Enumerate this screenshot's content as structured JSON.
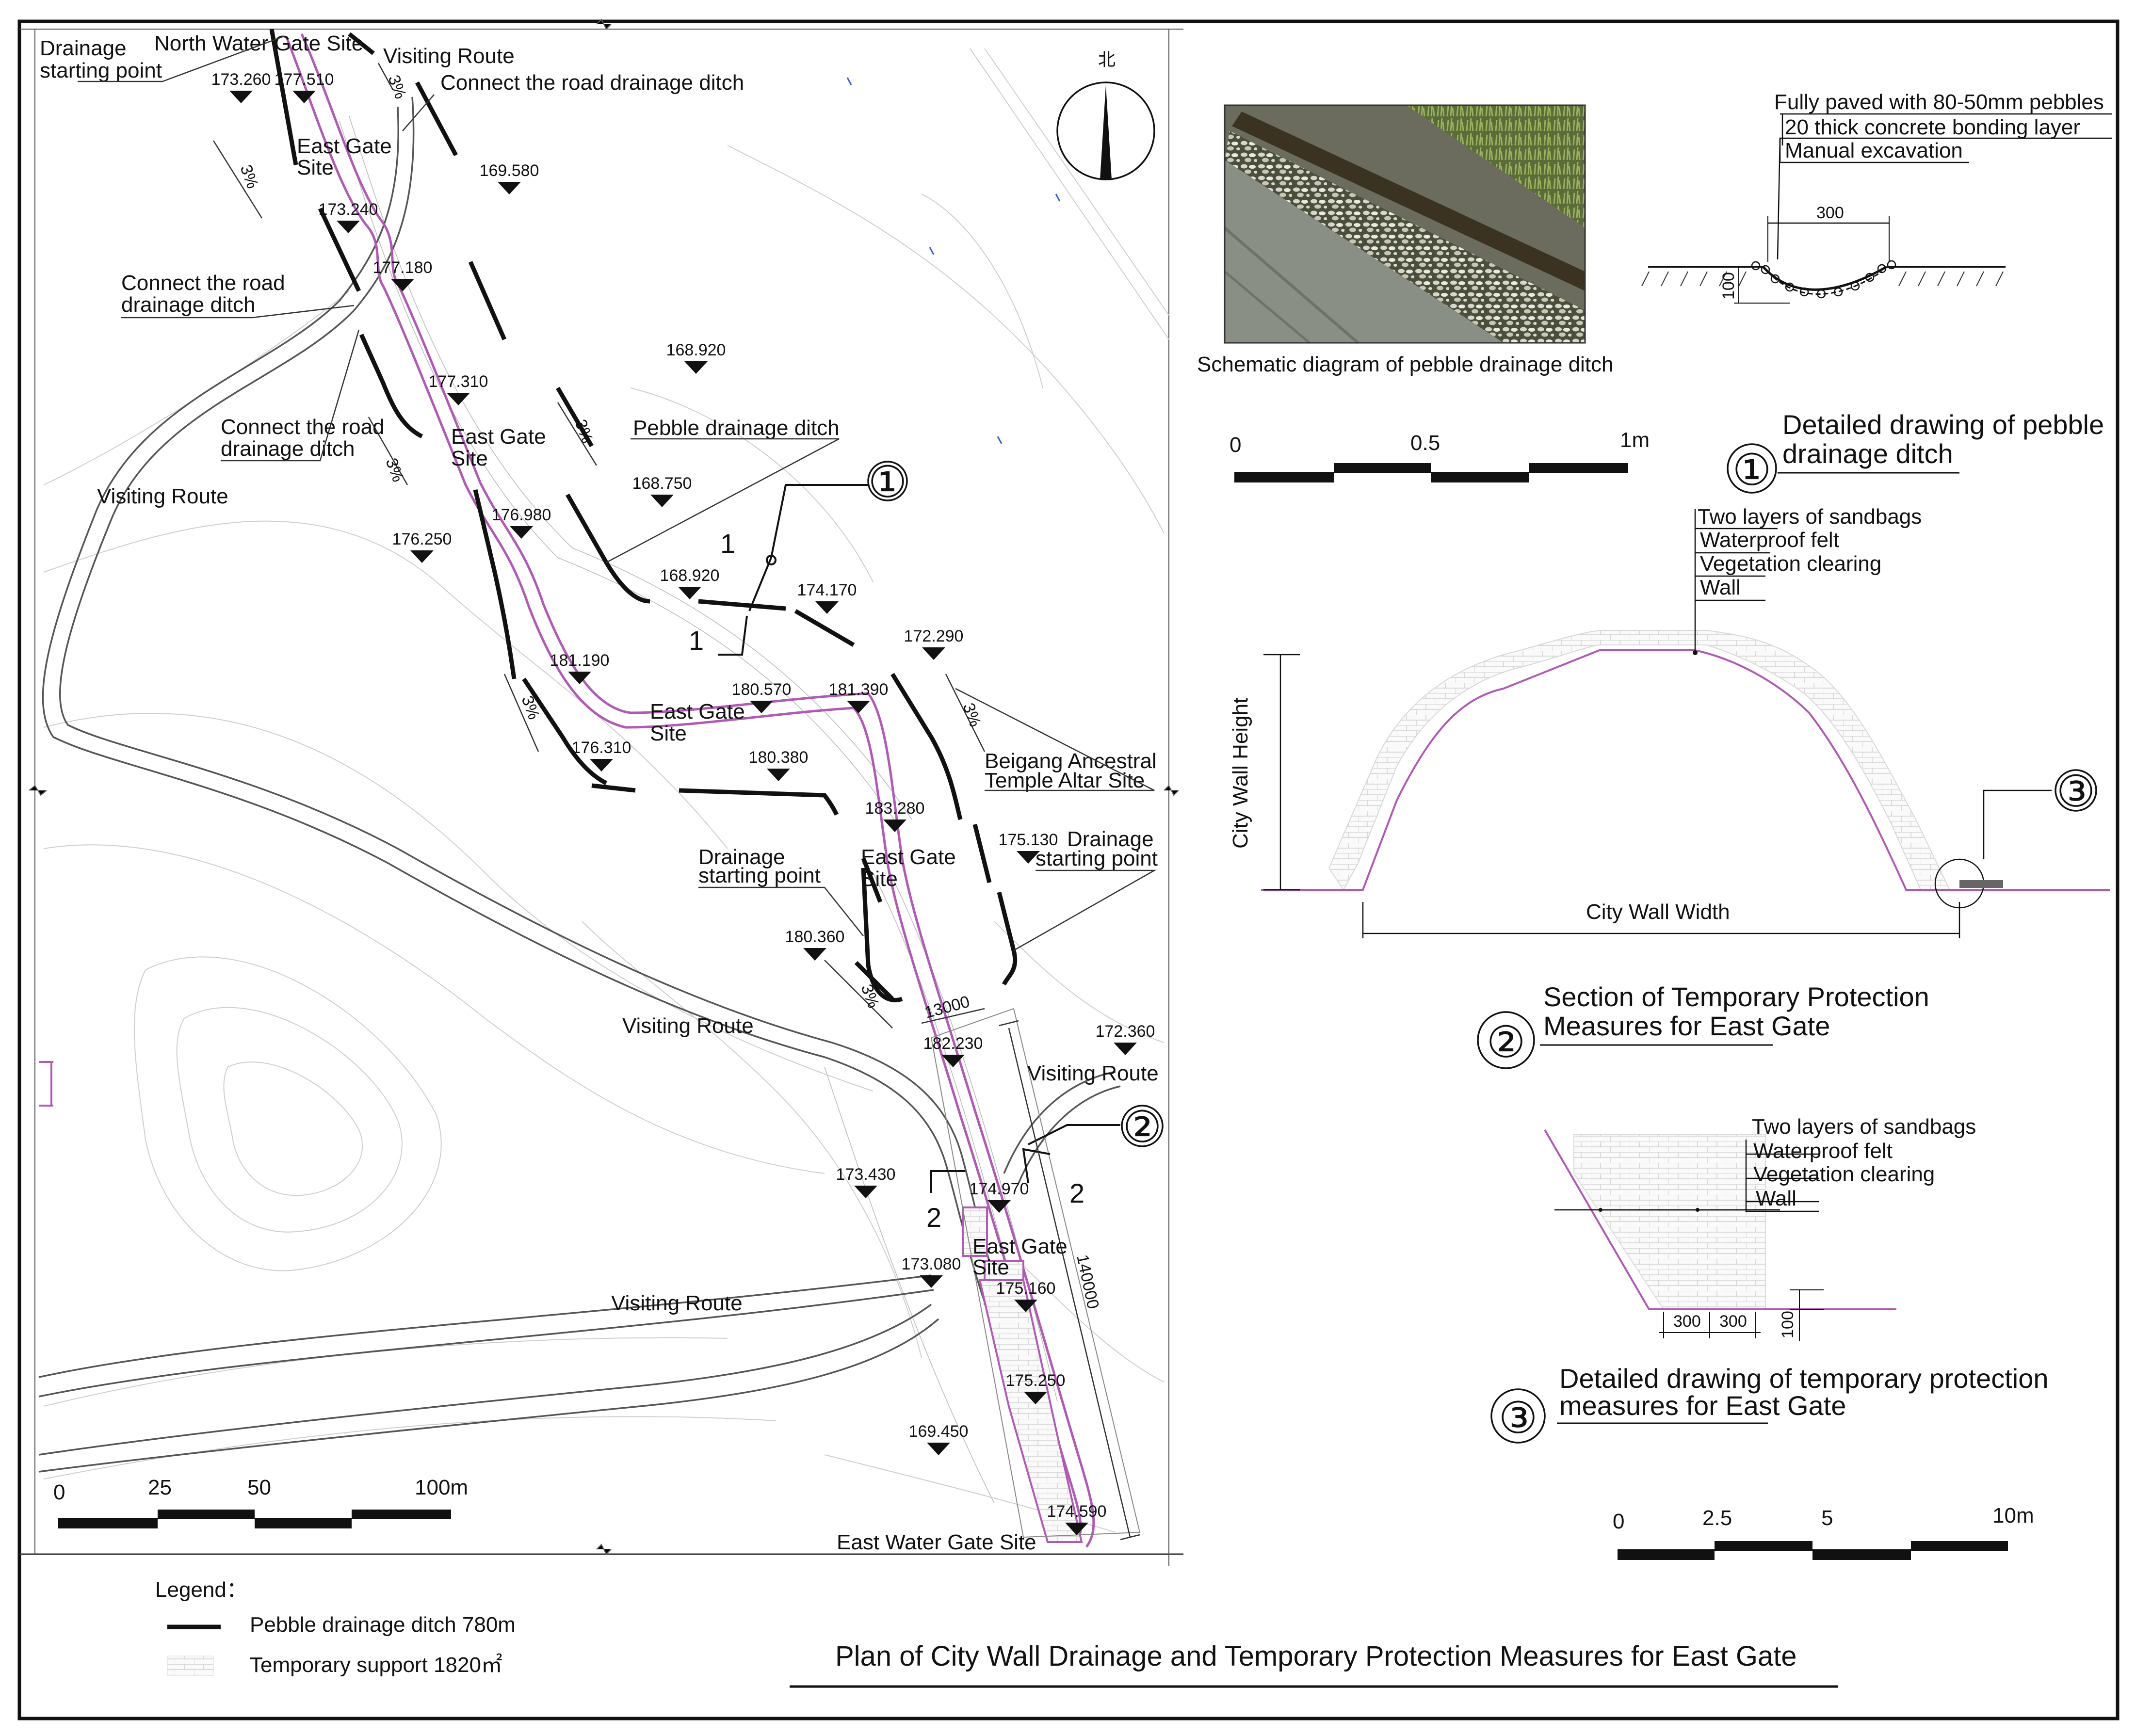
{
  "title": "Plan of City Wall Drainage and Temporary Protection Measures for East Gate",
  "plan_labels": {
    "drainage_start_nw": "Drainage\nstarting point",
    "north_water_gate": "North  Water Gate Site",
    "visiting_route": "Visiting Route",
    "connect_ditch": "Connect the road drainage ditch",
    "connect_ditch_2": "Connect the road\ndrainage ditch",
    "east_gate_site": "East Gate\nSite",
    "pebble_ditch": "Pebble drainage ditch",
    "beigang": "Beigang Ancestral\nTemple Altar Site",
    "drainage_start": "Drainage\nstarting point",
    "east_water_gate": "East Water Gate Site",
    "slope": "3%",
    "section_mark_1": "1",
    "section_mark_2": "2",
    "dim_13000": "13000",
    "dim_140000": "140000",
    "north_glyph": "北"
  },
  "elevations": [
    "173.260",
    "177.510",
    "169.580",
    "173.240",
    "177.180",
    "168.920",
    "177.310",
    "168.750",
    "176.980",
    "176.250",
    "168.920",
    "174.170",
    "172.290",
    "181.190",
    "180.570",
    "181.390",
    "176.310",
    "180.380",
    "183.280",
    "175.130",
    "180.360",
    "182.230",
    "172.360",
    "173.430",
    "174.970",
    "173.080",
    "175.160",
    "175.250",
    "169.450",
    "174.590"
  ],
  "scale_plan": {
    "ticks": [
      "0",
      "25",
      "50",
      "100m"
    ]
  },
  "scale_detail1": {
    "ticks": [
      "0",
      "0.5",
      "1m"
    ]
  },
  "scale_detail2": {
    "ticks": [
      "0",
      "2.5",
      "5",
      "10m"
    ]
  },
  "legend": {
    "heading": "Legend：",
    "items": [
      {
        "label": "Pebble drainage ditch 780m"
      },
      {
        "label": "Temporary support 1820㎡"
      }
    ]
  },
  "detail1": {
    "photo_caption": "Schematic diagram of pebble drainage ditch",
    "callouts": [
      "Fully paved with 80-50mm pebbles",
      "20 thick concrete bonding layer",
      "Manual excavation"
    ],
    "dim_width": "300",
    "dim_depth": "100",
    "number": "①",
    "caption": "Detailed drawing of pebble\ndrainage ditch"
  },
  "detail2": {
    "callouts": [
      "Two layers of sandbags",
      "Waterproof felt",
      "Vegetation clearing",
      "Wall"
    ],
    "height_label": "City Wall Height",
    "width_label": "City Wall Width",
    "number": "②",
    "ref": "③",
    "caption": "Section of Temporary Protection\nMeasures for East Gate"
  },
  "detail3": {
    "callouts": [
      "Two layers of sandbags",
      "Waterproof felt",
      "Vegetation clearing",
      "Wall"
    ],
    "dims": [
      "300",
      "300",
      "100"
    ],
    "number": "③",
    "caption": "Detailed drawing of temporary protection\nmeasures for East Gate"
  },
  "colors": {
    "wall_line": "#b05ab5",
    "ditch": "#111111",
    "contour": "#c8c8c8",
    "route": "#555555"
  }
}
